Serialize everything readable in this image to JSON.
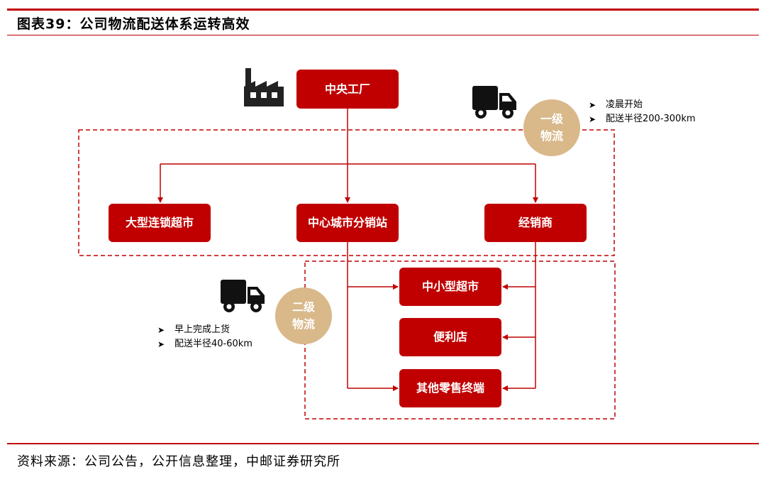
{
  "title": "图表39：公司物流配送体系运转高效",
  "source": "资料来源：公司公告，公开信息整理，中邮证券研究所",
  "nodes": {
    "factory": "中央工厂",
    "supermarket_chain": "大型连锁超市",
    "distribution_center": "中心城市分销站",
    "dealer": "经销商",
    "small_supermarket": "中小型超市",
    "convenience_store": "便利店",
    "other_retail": "其他零售终端"
  },
  "logistics": {
    "tier1": "一级物流",
    "tier2": "二级物流"
  },
  "tier1_notes": [
    "凌晨开始",
    "配送半径200-300km"
  ],
  "tier2_notes": [
    "早上完成上货",
    "配送半径40-60km"
  ],
  "colors": {
    "primary_red": "#c00000",
    "circle_tan": "#d9b88a",
    "icon_dark": "#222222"
  },
  "icons": {
    "factory": "factory-icon",
    "truck": "truck-icon",
    "bullet": "arrowhead-bullet"
  }
}
